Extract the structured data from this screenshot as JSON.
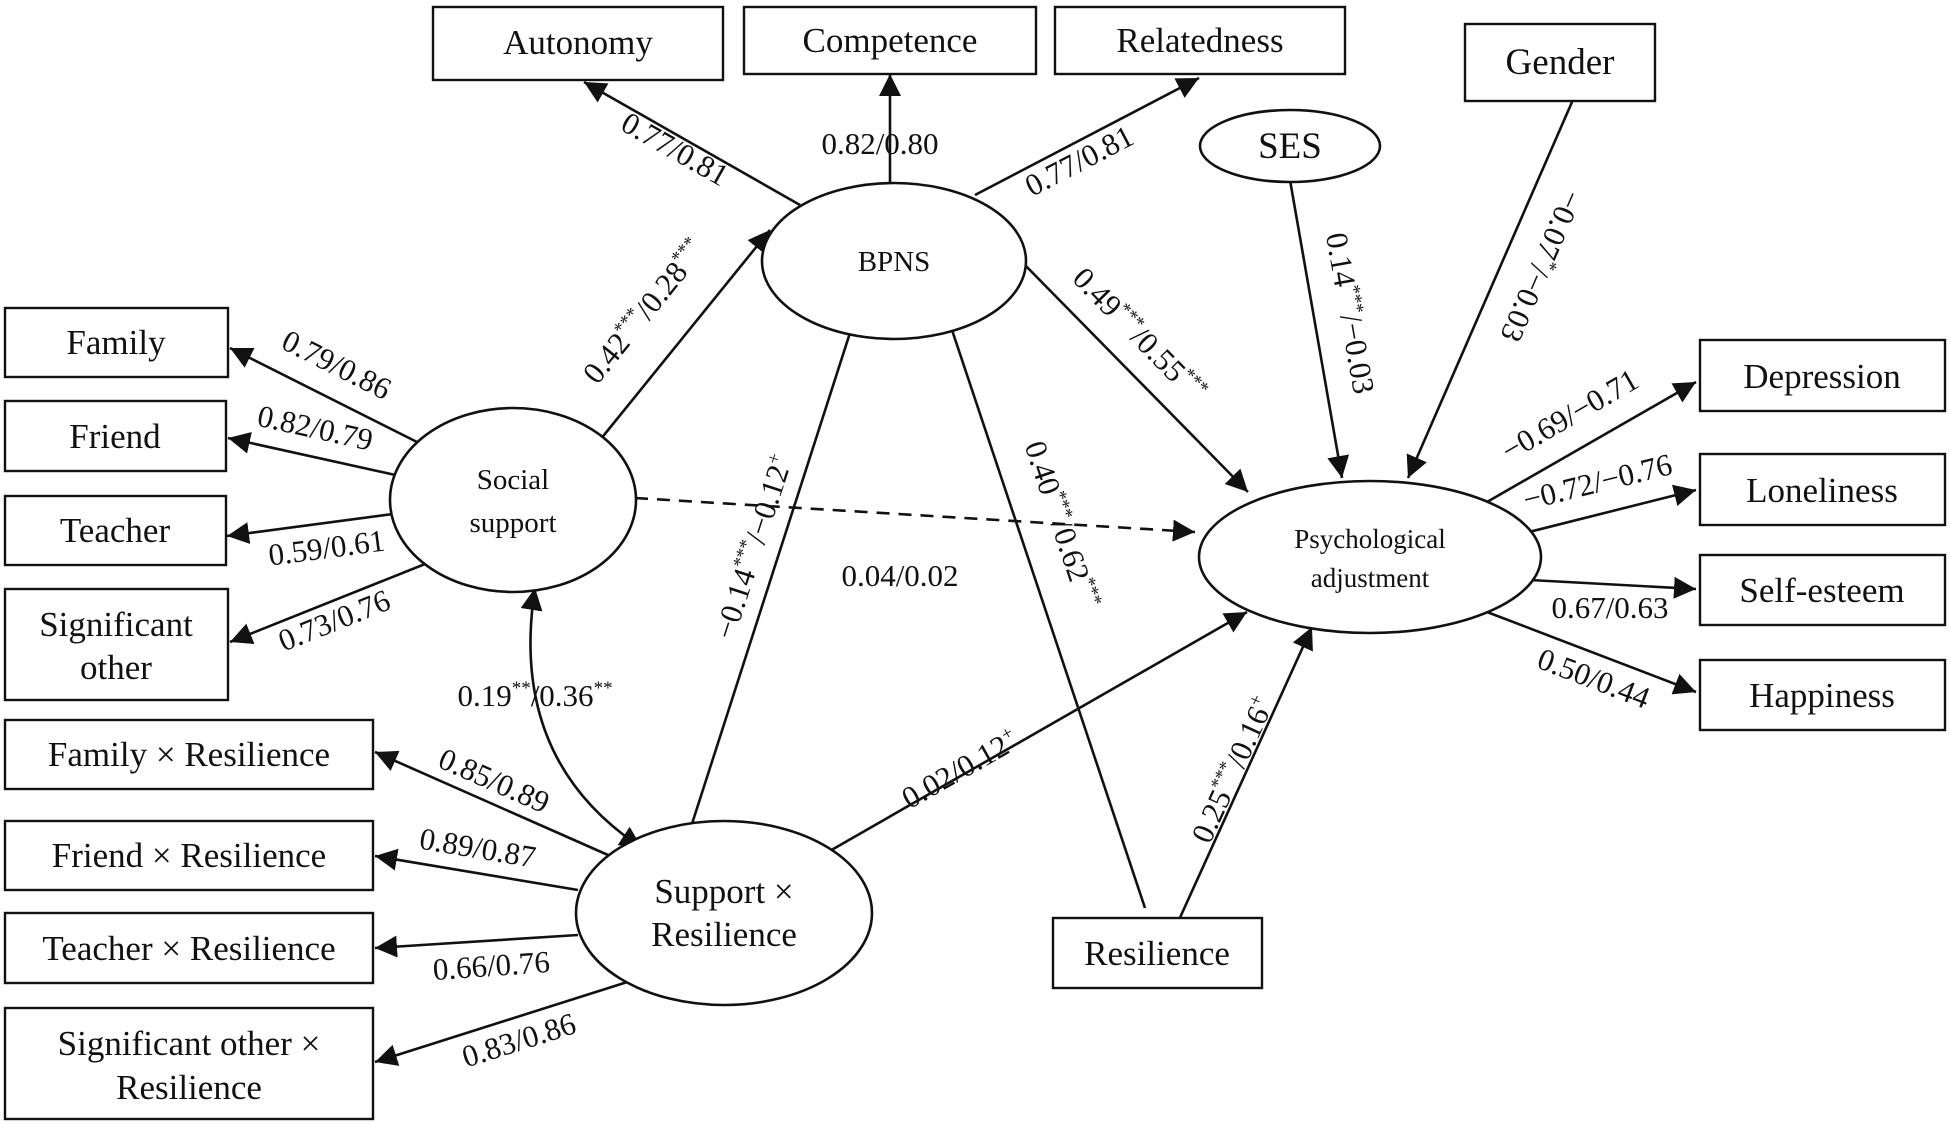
{
  "nodes": {
    "autonomy": "Autonomy",
    "competence": "Competence",
    "relatedness": "Relatedness",
    "gender": "Gender",
    "ses": "SES",
    "bpns": "BPNS",
    "family": "Family",
    "friend": "Friend",
    "teacher": "Teacher",
    "significant_other_1": "Significant",
    "significant_other_2": "other",
    "social_support_1": "Social",
    "social_support_2": "support",
    "psych_adj_1": "Psychological",
    "psych_adj_2": "adjustment",
    "depression": "Depression",
    "loneliness": "Loneliness",
    "self_esteem": "Self-esteem",
    "happiness": "Happiness",
    "family_x_res": "Family × Resilience",
    "friend_x_res": "Friend × Resilience",
    "teacher_x_res": "Teacher × Resilience",
    "sig_other_x_res_1": "Significant other ×",
    "sig_other_x_res_2": "Resilience",
    "support_x_res_1": "Support ×",
    "support_x_res_2": "Resilience",
    "resilience": "Resilience"
  },
  "coefficients": {
    "bpns_autonomy": "0.77/0.81",
    "bpns_competence": "0.82/0.80",
    "bpns_relatedness": "0.77/0.81",
    "ss_family": "0.79/0.86",
    "ss_friend": "0.82/0.79",
    "ss_teacher": "0.59/0.61",
    "ss_sigother": "0.73/0.76",
    "ss_bpns": {
      "a": "0.42",
      "as": "***",
      "b": "/0.28",
      "bs": "***"
    },
    "ss_pa": "0.04/0.02",
    "sxr_bpns": {
      "a": "−0.14",
      "as": "***",
      "b": "/−0.12",
      "bs": "+"
    },
    "res_bpns": {
      "a": "0.40",
      "as": "***",
      "b": "/0.62",
      "bs": "***"
    },
    "bpns_pa": {
      "a": "0.49",
      "as": "***",
      "b": "/0.55",
      "bs": "***"
    },
    "ses_pa": {
      "a": "0.14",
      "as": "***",
      "b": "/−0.03",
      "bs": ""
    },
    "gender_pa": {
      "a": "−0.07",
      "as": "*",
      "b": "/−0.03",
      "bs": ""
    },
    "pa_depression": "−0.69/−0.71",
    "pa_loneliness": "−0.72/−0.76",
    "pa_selfesteem": "0.67/0.63",
    "pa_happiness": "0.50/0.44",
    "sxr_pa": {
      "a": "0.02/0.12",
      "as": "+"
    },
    "res_pa": {
      "a": "0.25",
      "as": "***",
      "b": "/0.16",
      "bs": "+"
    },
    "ss_sxr_cov": {
      "a": "0.19",
      "as": "**",
      "b": "/0.36",
      "bs": "**"
    },
    "sxr_family": "0.85/0.89",
    "sxr_friend": "0.89/0.87",
    "sxr_teacher": "0.66/0.76",
    "sxr_sigother": "0.83/0.86"
  }
}
